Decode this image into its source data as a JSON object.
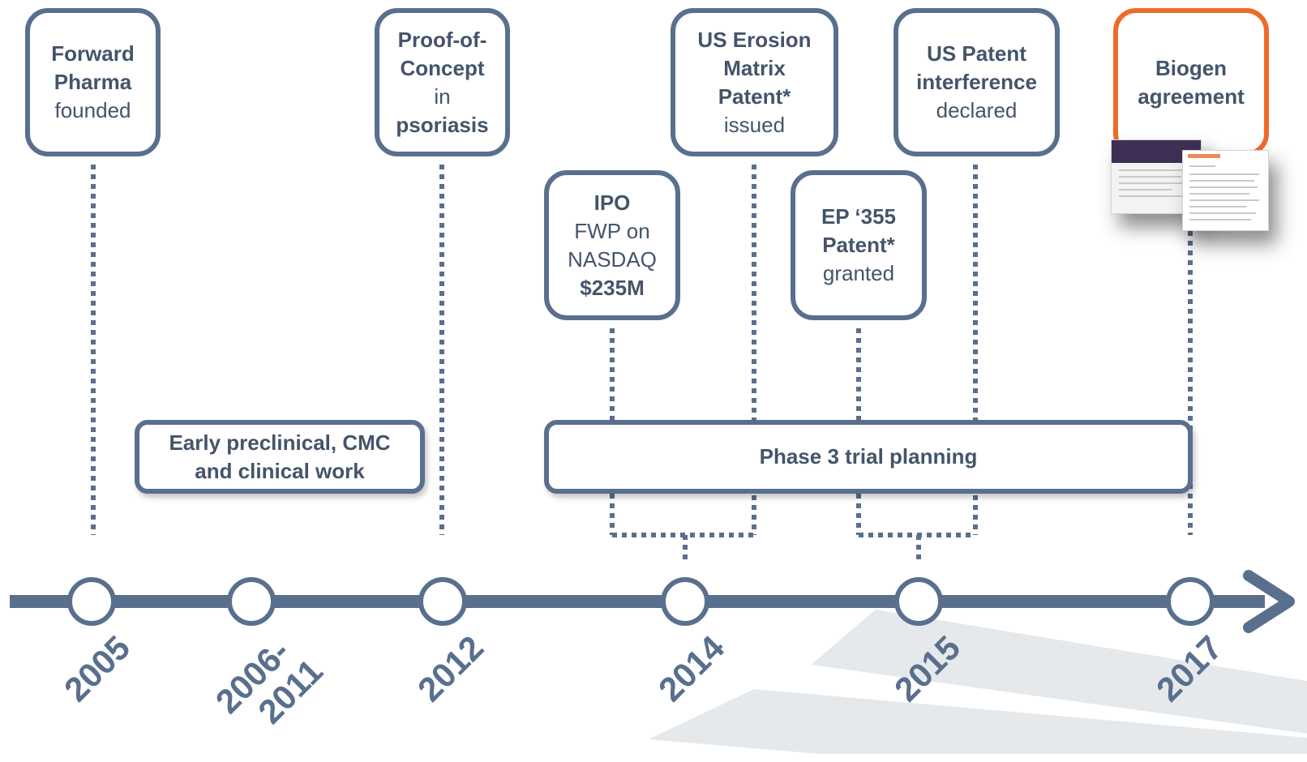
{
  "colors": {
    "line": "#596f8e",
    "text": "#44546a",
    "highlight": "#ee6a2a",
    "shadow_band": "#dde1e6"
  },
  "events": {
    "forward_pharma": {
      "l1": "Forward",
      "l2": "Pharma",
      "l3": "founded"
    },
    "proof_of_concept": {
      "l1": "Proof-of-",
      "l2": "Concept",
      "l3": "in",
      "l4": "psoriasis"
    },
    "us_erosion": {
      "l1": "US Erosion",
      "l2": "Matrix",
      "l3": "Patent*",
      "l4": "issued"
    },
    "us_interference": {
      "l1": "US Patent",
      "l2": "interference",
      "l3": "declared"
    },
    "biogen": {
      "l1": "Biogen",
      "l2": "agreement"
    },
    "ipo": {
      "l1": "IPO",
      "l2": "FWP on",
      "l3": "NASDAQ",
      "l4": "$235M"
    },
    "ep_patent": {
      "l1": "EP ‘355",
      "l2": "Patent*",
      "l3": "granted"
    }
  },
  "bars": {
    "early_work": {
      "l1": "Early preclinical, CMC",
      "l2": "and clinical work"
    },
    "phase3": "Phase 3 trial planning"
  },
  "years": {
    "y2005": "2005",
    "y2006_2011_a": "2006-",
    "y2006_2011_b": "2011",
    "y2012": "2012",
    "y2014": "2014",
    "y2015": "2015",
    "y2017": "2017"
  },
  "icons": {
    "document_thumbnail": "press-release-document-icon"
  }
}
